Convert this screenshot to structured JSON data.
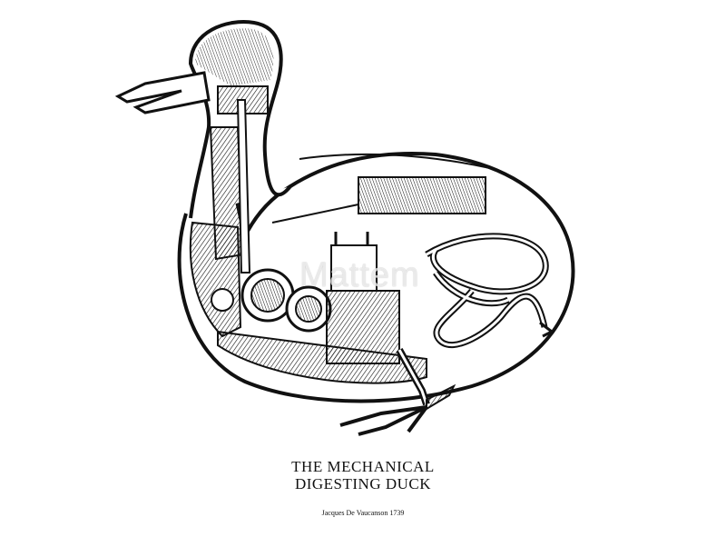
{
  "illustration": {
    "subject": "mechanical digesting duck",
    "watermark": "Mattem"
  },
  "caption": {
    "title_line1": "THE MECHANICAL",
    "title_line2": "DIGESTING DUCK",
    "credit": "Jacques De Vaucanson 1739"
  },
  "colors": {
    "ink": "#111111",
    "paper": "#ffffff"
  }
}
